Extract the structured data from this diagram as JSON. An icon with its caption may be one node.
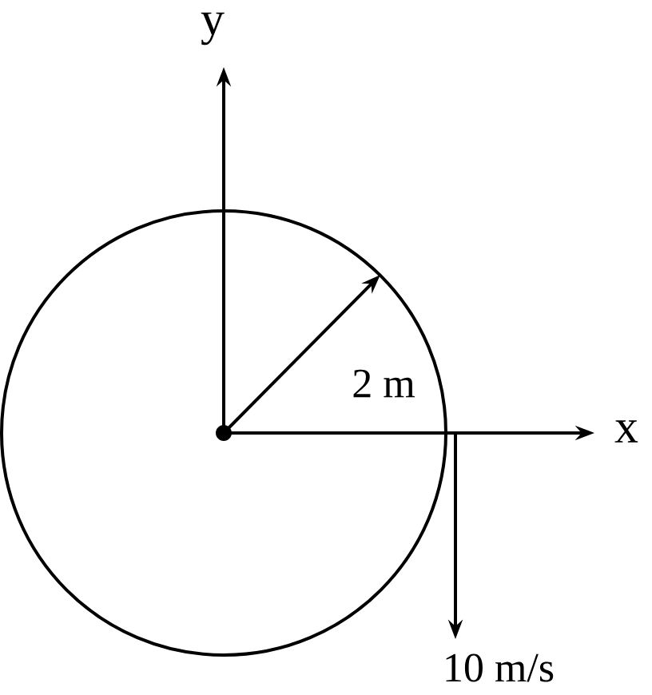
{
  "diagram": {
    "labels": [
      "y",
      "x",
      "2 m",
      "10 m/s"
    ]
  }
}
